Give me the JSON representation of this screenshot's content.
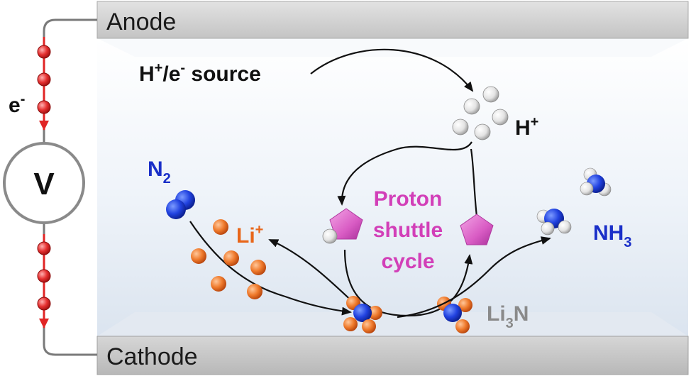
{
  "electrodes": {
    "anode_label": "Anode",
    "cathode_label": "Cathode"
  },
  "circuit": {
    "electron_label": "e",
    "electron_sup": "-",
    "voltmeter_label": "V"
  },
  "labels": {
    "source_main": "H",
    "source_sup1": "+",
    "source_mid": "/e",
    "source_sup2": "-",
    "source_tail": " source",
    "proton_main": "H",
    "proton_sup": "+",
    "n2_main": "N",
    "n2_sub": "2",
    "li_main": "Li",
    "li_sup": "+",
    "nh3_main": "NH",
    "nh3_sub": "3",
    "li3n_main": "Li",
    "li3n_sub": "3",
    "li3n_tail": "N",
    "cycle_line1": "Proton",
    "cycle_line2": "shuttle",
    "cycle_line3": "cycle"
  },
  "colors": {
    "nitrogen": "#1f3fd6",
    "lithium": "#e8661a",
    "hydrogen": "#e6e6e6",
    "shuttle": "#d23fb8",
    "electron": "#e02424",
    "nh3_label": "#1a2fc8",
    "li_label": "#e8661a",
    "li3n_label": "#8a8a8a"
  }
}
